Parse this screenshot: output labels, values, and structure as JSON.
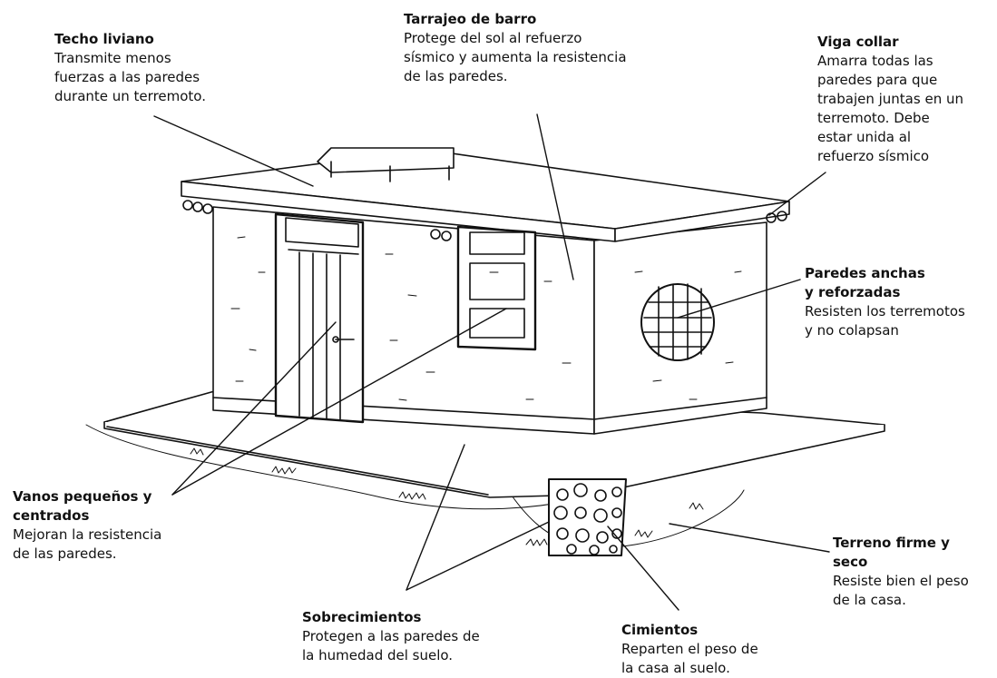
{
  "labels": {
    "techo": {
      "title": "Techo liviano",
      "lines": [
        "Transmite menos",
        "fuerzas a las paredes",
        "durante un terremoto."
      ]
    },
    "tarrajeo": {
      "title": "Tarrajeo de barro",
      "lines": [
        "Protege del sol al refuerzo",
        "sísmico y aumenta la resistencia",
        "de las paredes."
      ]
    },
    "viga": {
      "title": "Viga collar",
      "lines": [
        "Amarra todas las",
        "paredes para que",
        "trabajen juntas en un",
        "terremoto. Debe",
        "estar unida al",
        "refuerzo sísmico"
      ]
    },
    "paredes": {
      "title_lines": [
        "Paredes anchas",
        "y reforzadas"
      ],
      "lines": [
        "Resisten los terremotos",
        "y no colapsan"
      ]
    },
    "vanos": {
      "title_lines": [
        "Vanos pequeños y",
        "centrados"
      ],
      "lines": [
        "Mejoran la resistencia",
        "de las paredes."
      ]
    },
    "terreno": {
      "title_lines": [
        "Terreno firme y",
        "seco"
      ],
      "lines": [
        "Resiste bien el peso",
        "de la casa."
      ]
    },
    "sobrecimientos": {
      "title": "Sobrecimientos",
      "lines": [
        "Protegen a las paredes de",
        "la humedad del suelo."
      ]
    },
    "cimientos": {
      "title": "Cimientos",
      "lines": [
        "Reparten el peso de",
        "la casa al suelo."
      ]
    }
  }
}
